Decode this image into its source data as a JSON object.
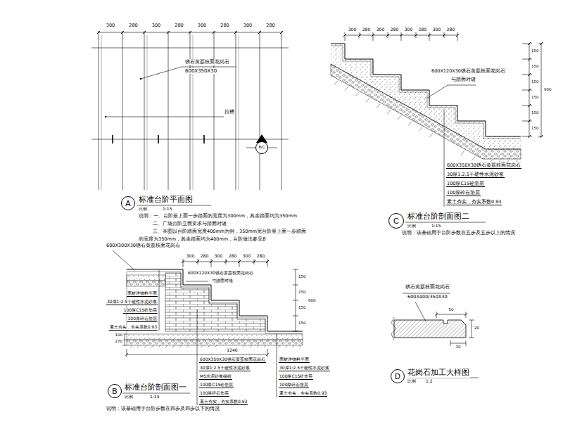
{
  "diagram": {
    "nodes": [
      {
        "text": [
          "B/C"
        ]
      },
      {
        "text": [
          "A"
        ]
      },
      {
        "text": [
          "C"
        ]
      },
      {
        "text": [
          "B"
        ]
      },
      {
        "text": [
          "D"
        ]
      }
    ],
    "labels": [
      "300",
      "280",
      "300",
      "280",
      "300",
      "280",
      "300",
      "280",
      "锈石黄荔枝面花岗石",
      "600X350X30",
      "拉槽",
      "标准台阶平面图",
      "比例",
      "1:15",
      "说明：一、台阶最上面一步踏面的宽度为300mm，其余踏面均为350mm",
      "二、广场台阶立面要求与踏面对缝",
      "三、本图以台阶踏面宽度400mm为例，350mm宽台阶量上面一步踏面",
      "的宽度为350mm，其余踏面均为400mm，台阶做法参见B",
      "300",
      "280",
      "300",
      "280",
      "300",
      "280",
      "300",
      "280",
      "600X120X30锈石黄荔枝面花岗石",
      "与踏面对缝",
      "150",
      "150",
      "150",
      "150",
      "150",
      "150",
      "900",
      "600X350X30锈石黄荔枝面花岗石",
      "30厚1:2.5干硬性水泥砂浆",
      "100厚C15砼垫层",
      "100厚碎石垫层",
      "素土夯实，夯实系数0.93",
      "标准台阶剖面图二",
      "比例",
      "1:15",
      "说明：该基础用于台阶步数在五步及五步以上的情况",
      "600X300X30锈石黄荔枝面花岗石",
      "300",
      "280",
      "300",
      "280",
      "300",
      "280",
      "600X120X30锈石黄荔枝面花岗石",
      "与踏面对缝",
      "面材详物料平面",
      "30厚1:2.5干硬性水泥砂浆",
      "100厚C15砼垫层",
      "100厚碎石垫层",
      "素土夯实，夯实系数0.93",
      "150",
      "150",
      "150",
      "150",
      "600",
      "100",
      "270",
      "1240",
      "600X350X30锈石黄荔枝面花岗石",
      "30厚1:2.5干硬性水泥砂浆",
      "M5水泥砂浆砌砖",
      "100厚C15砼垫层",
      "100厚碎石垫层",
      "素土夯实，夯实系数0.93",
      "面材详物料平面",
      "30厚1:2.5干硬性水泥砂浆",
      "100厚C15砼垫层",
      "100厚碎石垫层",
      "素土夯实，夯实系数0.93",
      "标准台阶剖面图一",
      "比例",
      "1:15",
      "说明：该基础用于台阶步数在四步及四步以下的情况",
      "锈石黄荔枝面花岗石",
      "600X400/350X30",
      "50",
      "20",
      "30",
      "花岗石加工大样图",
      "比例",
      "1:2"
    ]
  }
}
